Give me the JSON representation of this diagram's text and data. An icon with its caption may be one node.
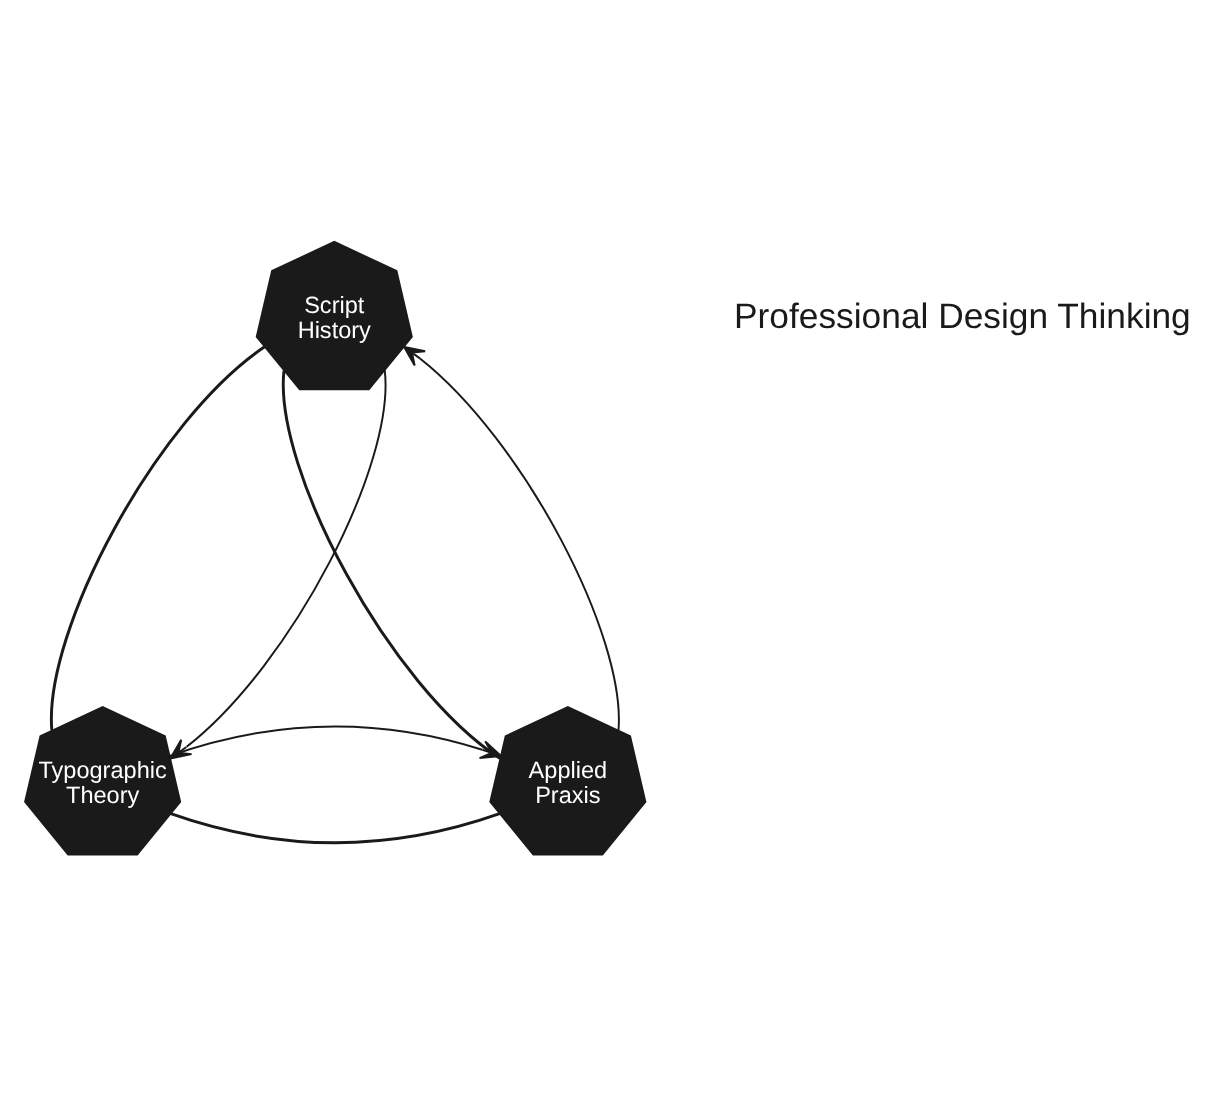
{
  "diagram": {
    "nodes": [
      {
        "text": [
          "Script History"
        ]
      },
      {
        "text": [
          "Typographic Theory"
        ]
      },
      {
        "text": [
          "Applied Praxis"
        ]
      }
    ],
    "edges": [
      {
        "from": 0,
        "to": 1,
        "arrow": "none"
      },
      {
        "from": 1,
        "to": 2,
        "arrow": "none"
      },
      {
        "from": 2,
        "to": 0,
        "arrow": "none"
      },
      {
        "from": 0,
        "to": 1,
        "arrow": "to"
      },
      {
        "from": 1,
        "to": 2,
        "arrow": "to"
      },
      {
        "from": 2,
        "to": 0,
        "arrow": "to"
      }
    ],
    "labels": [
      "Professional Design Thinking"
    ]
  }
}
